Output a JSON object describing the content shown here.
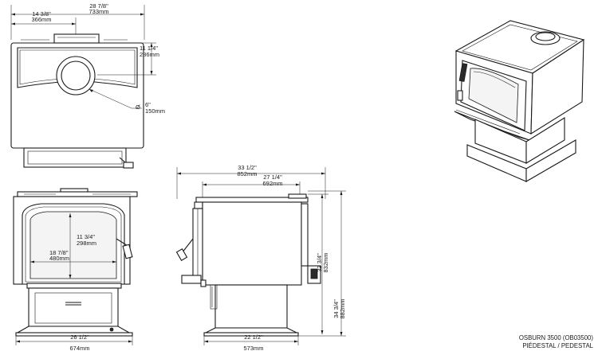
{
  "top_view": {
    "width_in": "28 7/8\"",
    "width_mm": "733mm",
    "flue_offset_in": "14 3/8\"",
    "flue_offset_mm": "366mm",
    "depth_in": "11 1/4\"",
    "depth_mm": "286mm",
    "flue_dia_symbol": "Ø",
    "flue_dia_in": "6\"",
    "flue_dia_mm": "150mm"
  },
  "front_view": {
    "glass_width_in": "18 7/8\"",
    "glass_width_mm": "480mm",
    "glass_height_in": "11 3/4\"",
    "glass_height_mm": "298mm",
    "base_width_in": "26 1/2\"",
    "base_width_mm": "674mm"
  },
  "side_view": {
    "overall_depth_in": "33 1/2\"",
    "overall_depth_mm": "852mm",
    "flue_depth_in": "27 1/4\"",
    "flue_depth_mm": "692mm",
    "flue_height_in": "32 3/4\"",
    "flue_height_mm": "832mm",
    "overall_height_in": "34 3/4\"",
    "overall_height_mm": "882mm",
    "base_depth_in": "22 1/2\"",
    "base_depth_mm": "573mm"
  },
  "caption": {
    "model": "OSBURN 3500 (OB03500)",
    "variant": "PIÉDESTAL / PEDESTAL"
  }
}
